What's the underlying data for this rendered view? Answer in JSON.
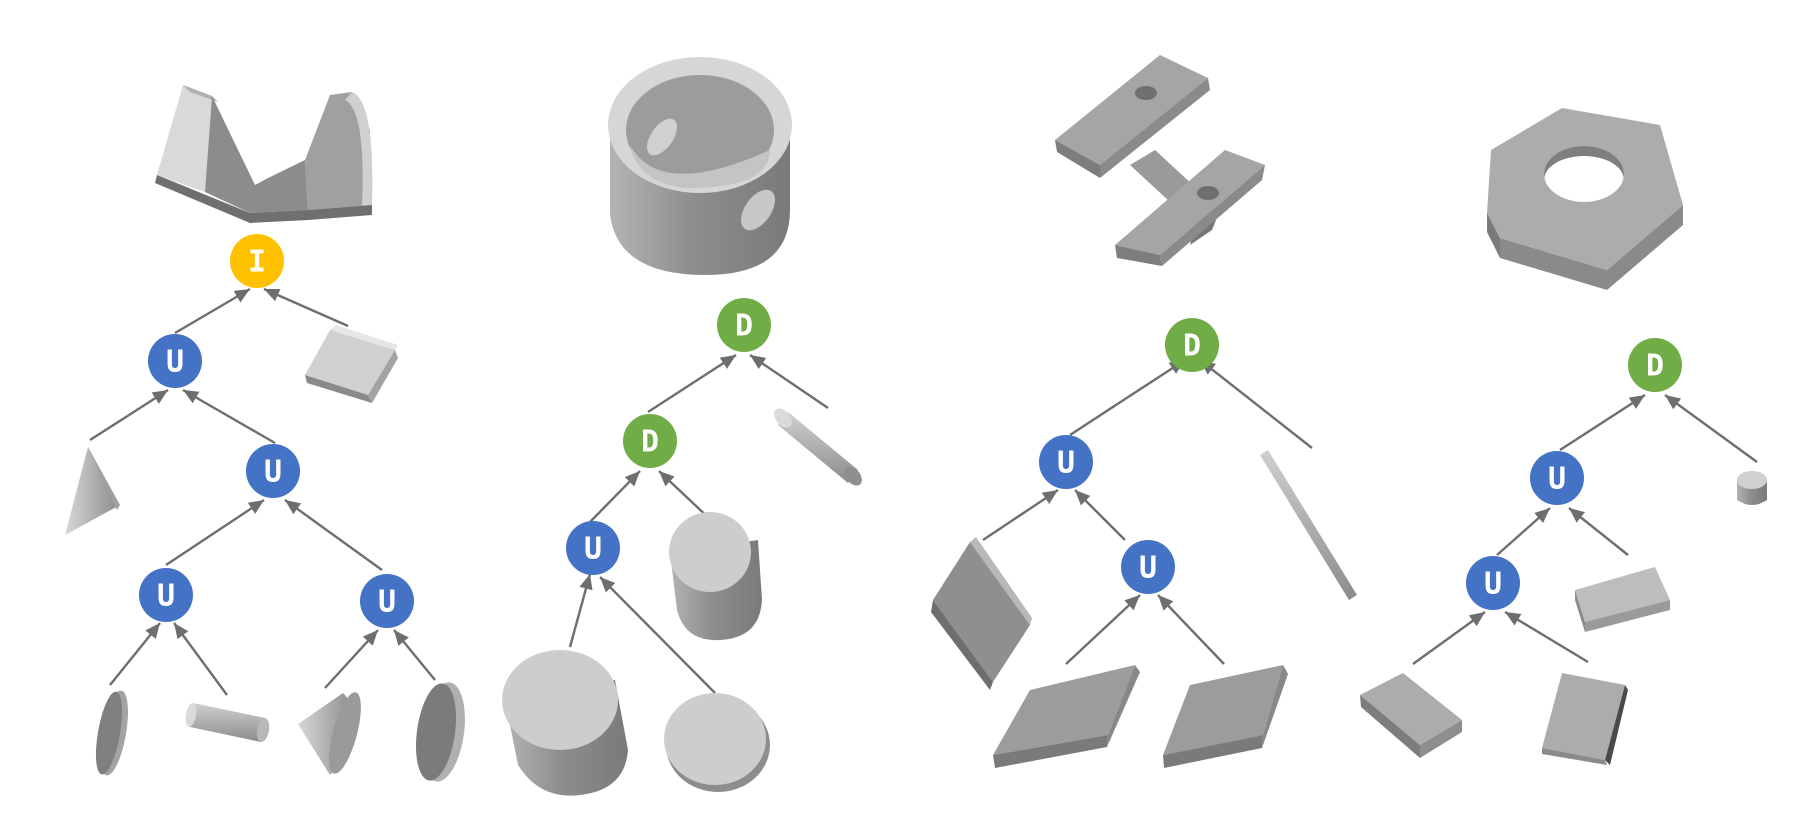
{
  "colors": {
    "union": "#4472c4",
    "difference": "#70ad47",
    "intersection": "#ffc000",
    "edge": "#6e6e6e",
    "shape_light": "#cdcdcd",
    "shape_mid": "#a9a9a9",
    "shape_dark": "#868686"
  },
  "operations": {
    "union": {
      "letter": "U",
      "icon": "union-node-icon"
    },
    "difference": {
      "letter": "D",
      "icon": "difference-node-icon"
    },
    "intersection": {
      "letter": "I",
      "icon": "intersection-node-icon"
    }
  },
  "trees": [
    {
      "name": "tree-1",
      "result_shape": "u-shaped-bracket",
      "root": {
        "op": "intersection",
        "children": [
          {
            "op": "union",
            "children": [
              {
                "shape": "half-cone"
              },
              {
                "op": "union",
                "children": [
                  {
                    "op": "union",
                    "children": [
                      {
                        "shape": "thin-disk"
                      },
                      {
                        "shape": "small-cylinder"
                      }
                    ]
                  },
                  {
                    "op": "union",
                    "children": [
                      {
                        "shape": "cone"
                      },
                      {
                        "shape": "thin-disk"
                      }
                    ]
                  }
                ]
              }
            ]
          },
          {
            "shape": "cube"
          }
        ]
      }
    },
    {
      "name": "tree-2",
      "result_shape": "hollow-cylinder-with-holes",
      "root": {
        "op": "difference",
        "children": [
          {
            "op": "difference",
            "children": [
              {
                "op": "union",
                "children": [
                  {
                    "shape": "large-cylinder"
                  },
                  {
                    "shape": "flat-disk"
                  }
                ]
              },
              {
                "shape": "cylinder"
              }
            ]
          },
          {
            "shape": "small-cylinder"
          }
        ]
      }
    },
    {
      "name": "tree-3",
      "result_shape": "i-beam-bracket-with-holes",
      "root": {
        "op": "difference",
        "children": [
          {
            "op": "union",
            "children": [
              {
                "shape": "box-plate"
              },
              {
                "op": "union",
                "children": [
                  {
                    "shape": "box-plate"
                  },
                  {
                    "shape": "box-plate"
                  }
                ]
              }
            ]
          },
          {
            "shape": "thin-rod"
          }
        ]
      }
    },
    {
      "name": "tree-4",
      "result_shape": "hexagonal-nut",
      "root": {
        "op": "difference",
        "children": [
          {
            "op": "union",
            "children": [
              {
                "op": "union",
                "children": [
                  {
                    "shape": "box-plate"
                  },
                  {
                    "shape": "box-plate"
                  }
                ]
              },
              {
                "shape": "box-plate"
              }
            ]
          },
          {
            "shape": "small-cylinder"
          }
        ]
      }
    }
  ]
}
